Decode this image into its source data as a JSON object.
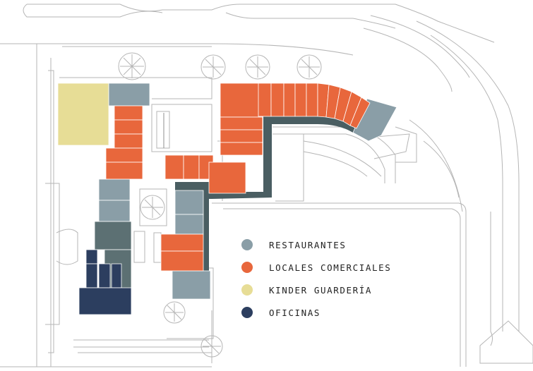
{
  "colors": {
    "restaurantes": "#8a9ea7",
    "locales": "#e8673c",
    "kinder": "#e7dd96",
    "oficinas": "#2c3e5f",
    "corridor": "#4a5e62",
    "restaurantes_dark": "#5c7073"
  },
  "legend": [
    {
      "label": "RESTAURANTES",
      "color": "#8a9ea7"
    },
    {
      "label": "LOCALES COMERCIALES",
      "color": "#e8673c"
    },
    {
      "label": "KINDER GUARDERÍA",
      "color": "#e7dd96"
    },
    {
      "label": "OFICINAS",
      "color": "#2c3e5f"
    }
  ]
}
